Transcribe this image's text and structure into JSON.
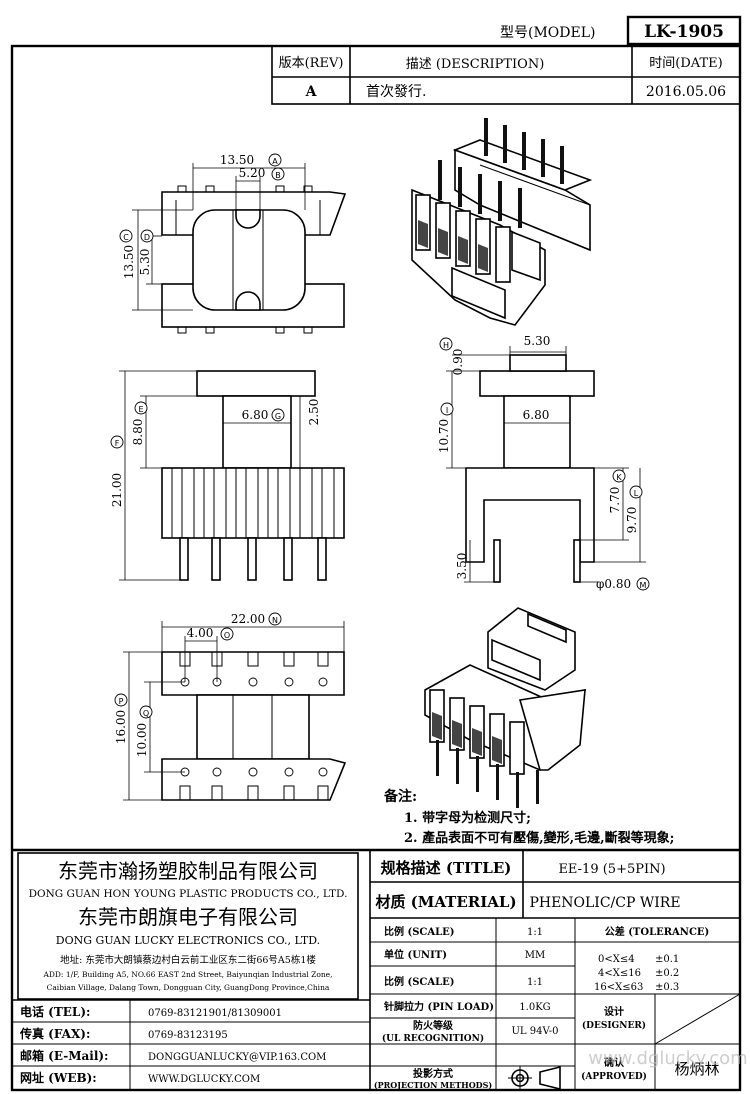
{
  "header": {
    "model_label": "型号(MODEL)",
    "model_value": "LK-1905"
  },
  "revision_table": {
    "headers": {
      "rev": "版本(REV)",
      "description": "描述 (DESCRIPTION)",
      "date": "时间(DATE)"
    },
    "rows": [
      {
        "rev": "A",
        "description": "首次發行.",
        "date": "2016.05.06"
      }
    ]
  },
  "dimensions": {
    "top": {
      "d1": "13.50",
      "d1_tag": "A",
      "d2": "5.20",
      "d2_tag": "B",
      "d3": "13.50",
      "d3_tag": "C",
      "d4": "5.30",
      "d4_tag": "D"
    },
    "front": {
      "overall": "21.00",
      "overall_tag": "F",
      "upper": "8.80",
      "upper_tag": "E",
      "core": "6.80",
      "core_tag": "G",
      "flange": "2.50"
    },
    "side": {
      "top_w": "5.30",
      "flange_t": "0.90",
      "flange_t_tag": "H",
      "core": "6.80",
      "height": "10.70",
      "height_tag": "I",
      "d7": "7.70",
      "d7_tag": "K",
      "d9": "9.70",
      "d9_tag": "L",
      "pin_len": "3.50",
      "pin_dia": "φ0.80",
      "pin_dia_tag": "M"
    },
    "bottom": {
      "width": "22.00",
      "width_tag": "N",
      "pitch": "4.00",
      "pitch_tag": "O",
      "height": "16.00",
      "height_tag": "P",
      "inner": "10.00",
      "inner_tag": "Q"
    }
  },
  "notes": {
    "title": "备注:",
    "items": [
      "1. 带字母为检测尺寸;",
      "2. 產品表面不可有壓傷,變形,毛邊,斷裂等現象;"
    ]
  },
  "company": {
    "cn_1": "东莞市瀚扬塑胶制品有限公司",
    "en_1": "DONG GUAN HON YOUNG PLASTIC PRODUCTS CO., LTD.",
    "cn_2": "东莞市朗旗电子有限公司",
    "en_2": "DONG GUAN LUCKY ELECTRONICS CO., LTD.",
    "address_cn": "地址: 东莞市大朗镇蔡边村白云前工业区东二街66号A5栋1楼",
    "address_en_1": "ADD: 1/F, Building A5, NO.66 EAST 2nd Street, Baiyunqian Industrial Zone,",
    "address_en_2": "Caibian Village, Dalang Town, Dongguan City, GuangDong Province,China"
  },
  "contacts": [
    {
      "label": "电话 (TEL):",
      "value": "0769-83121901/81309001"
    },
    {
      "label": "传真 (FAX):",
      "value": "0769-83123195"
    },
    {
      "label": "邮箱 (E-Mail):",
      "value": "DONGGUANLUCKY@VIP.163.COM"
    },
    {
      "label": "网址 (WEB):",
      "value": "WWW.DGLUCKY.COM"
    }
  ],
  "spec": {
    "title_label": "规格描述 (TITLE)",
    "title_value": "EE-19 (5+5PIN)",
    "material_label": "材质 (MATERIAL)",
    "material_value": "PHENOLIC/CP WIRE",
    "scale_label": "比例 (SCALE)",
    "scale_value": "1:1",
    "tolerance_label": "公差 (TOLERANCE)",
    "unit_label": "单位 (UNIT)",
    "unit_value": "MM",
    "tol_rows": [
      {
        "range": "0<X≤4",
        "tol": "±0.1"
      },
      {
        "range": "4<X≤16",
        "tol": "±0.2"
      },
      {
        "range": "16<X≤63",
        "tol": "±0.3"
      }
    ],
    "scale2_label": "比例 (SCALE)",
    "scale2_value": "1:1",
    "pin_load_label": "针脚拉力 (PIN LOAD)",
    "pin_load_value": "1.0KG",
    "ul_label_1": "防火等级",
    "ul_label_2": "(UL RECOGNITION)",
    "ul_value": "UL 94V-0",
    "projection_label_1": "投影方式",
    "projection_label_2": "(PROJECTION METHODS)",
    "designer_label_1": "设计",
    "designer_label_2": "(DESIGNER)",
    "approved_label_1": "确认",
    "approved_label_2": "(APPROVED)",
    "approved_name": "杨炳林",
    "watermark": "www.dglucky.com"
  }
}
